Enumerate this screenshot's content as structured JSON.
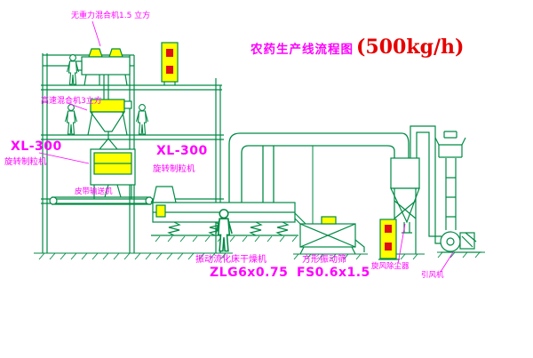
{
  "drawing": {
    "title": "农药生产线流程图",
    "capacity": "(500kg/h)"
  },
  "labels": {
    "gravity_mixer": "无重力混合机1.5 立方",
    "high_speed_mixer": "高速混合机3立方",
    "granulator_left": {
      "model": "XL-300",
      "name": "旋转制粒机"
    },
    "granulator_mid": {
      "model": "XL-300",
      "name": "旋转制粒机"
    },
    "belt_conveyor": "皮带输送机",
    "fluid_bed_dryer": {
      "name": "振动流化床干燥机",
      "model": "ZLG6x0.75"
    },
    "vibrating_sieve": {
      "name": "方形振动筛",
      "model": "FS0.6x1.5"
    },
    "cyclone_collector": "旋风除尘器",
    "induced_draft_fan": "引风机"
  },
  "colors": {
    "line_green": "#008a45",
    "label_magenta": "#ff00ff",
    "title_red": "#e60000",
    "equipment_yellow": "#ffff00",
    "background": "#ffffff"
  }
}
